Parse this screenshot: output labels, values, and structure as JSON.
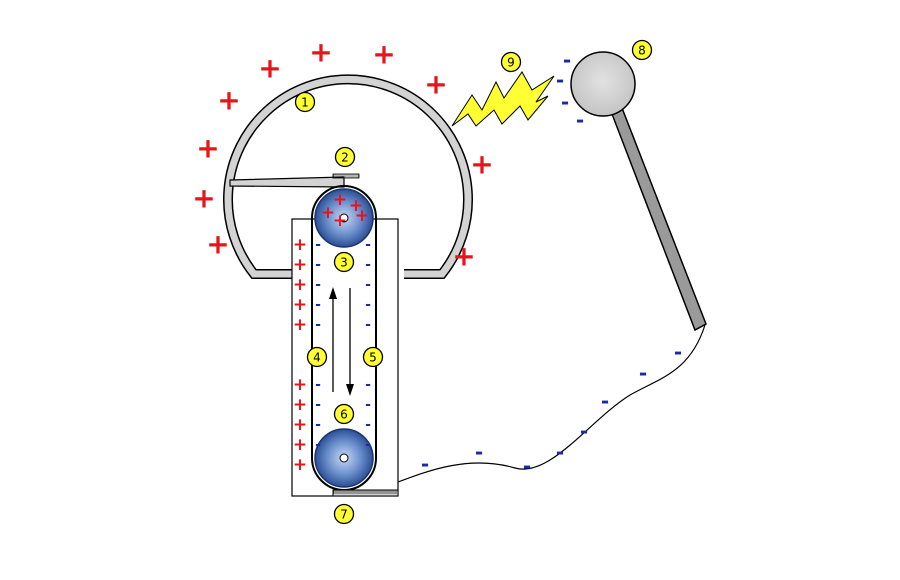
{
  "diagram": {
    "labels": [
      "1",
      "2",
      "3",
      "4",
      "5",
      "6",
      "7",
      "8",
      "9"
    ],
    "charge_symbols": {
      "positive": "+",
      "negative": "-"
    },
    "colors": {
      "positive_charge": "#e8141c",
      "negative_charge": "#1c2aa8",
      "label_fill": "#ffff33",
      "metal": "#d3d3d3",
      "roller": "#3f6db3",
      "spark": "#ffff33"
    }
  }
}
